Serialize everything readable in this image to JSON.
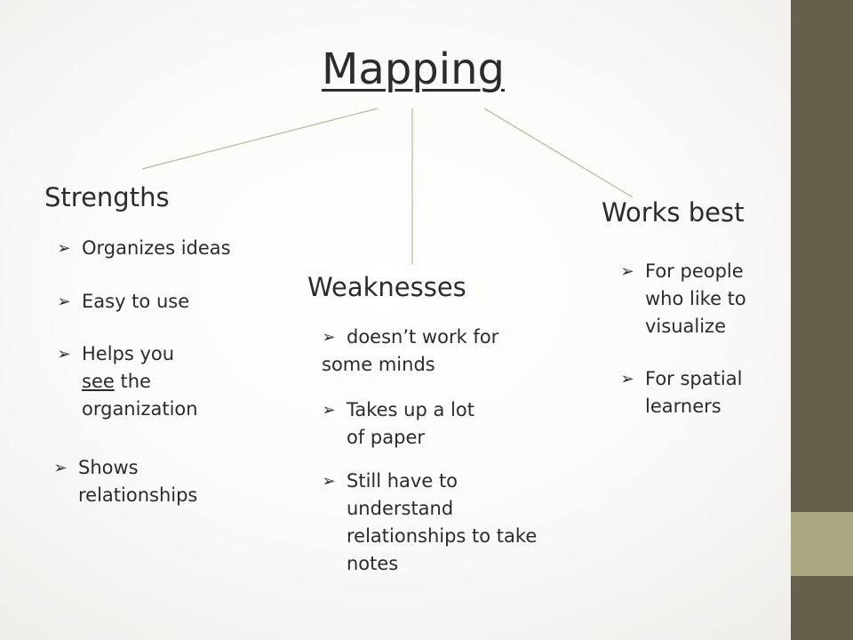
{
  "slide": {
    "title": "Mapping",
    "colors": {
      "sidebar": "#665f4b",
      "accent": "#aaa783",
      "connector": "#b7b89a"
    },
    "bullet_icon": "arrow-bullet-icon",
    "bullet_glyph": "➢",
    "columns": {
      "strengths": {
        "heading": "Strengths",
        "items": [
          {
            "text": "Organizes ideas"
          },
          {
            "text": "Easy to use"
          },
          {
            "line1": "Helps you",
            "see": "see",
            "line2_rest": " the",
            "line3": "organization"
          },
          {
            "line1": "Shows",
            "line2": "relationships"
          }
        ]
      },
      "weaknesses": {
        "heading": "Weaknesses",
        "items": [
          {
            "line1": "doesn’t work for",
            "line2": "some minds"
          },
          {
            "line1": "Takes up a lot",
            "line2": "of paper"
          },
          {
            "line1": "Still have to",
            "line2": "understand",
            "line3": "relationships to take",
            "line4": "notes"
          }
        ]
      },
      "works_best": {
        "heading": "Works best",
        "items": [
          {
            "line1": "For people",
            "line2": "who like to",
            "line3": "visualize"
          },
          {
            "line1": "For spatial",
            "line2": "learners"
          }
        ]
      }
    }
  }
}
